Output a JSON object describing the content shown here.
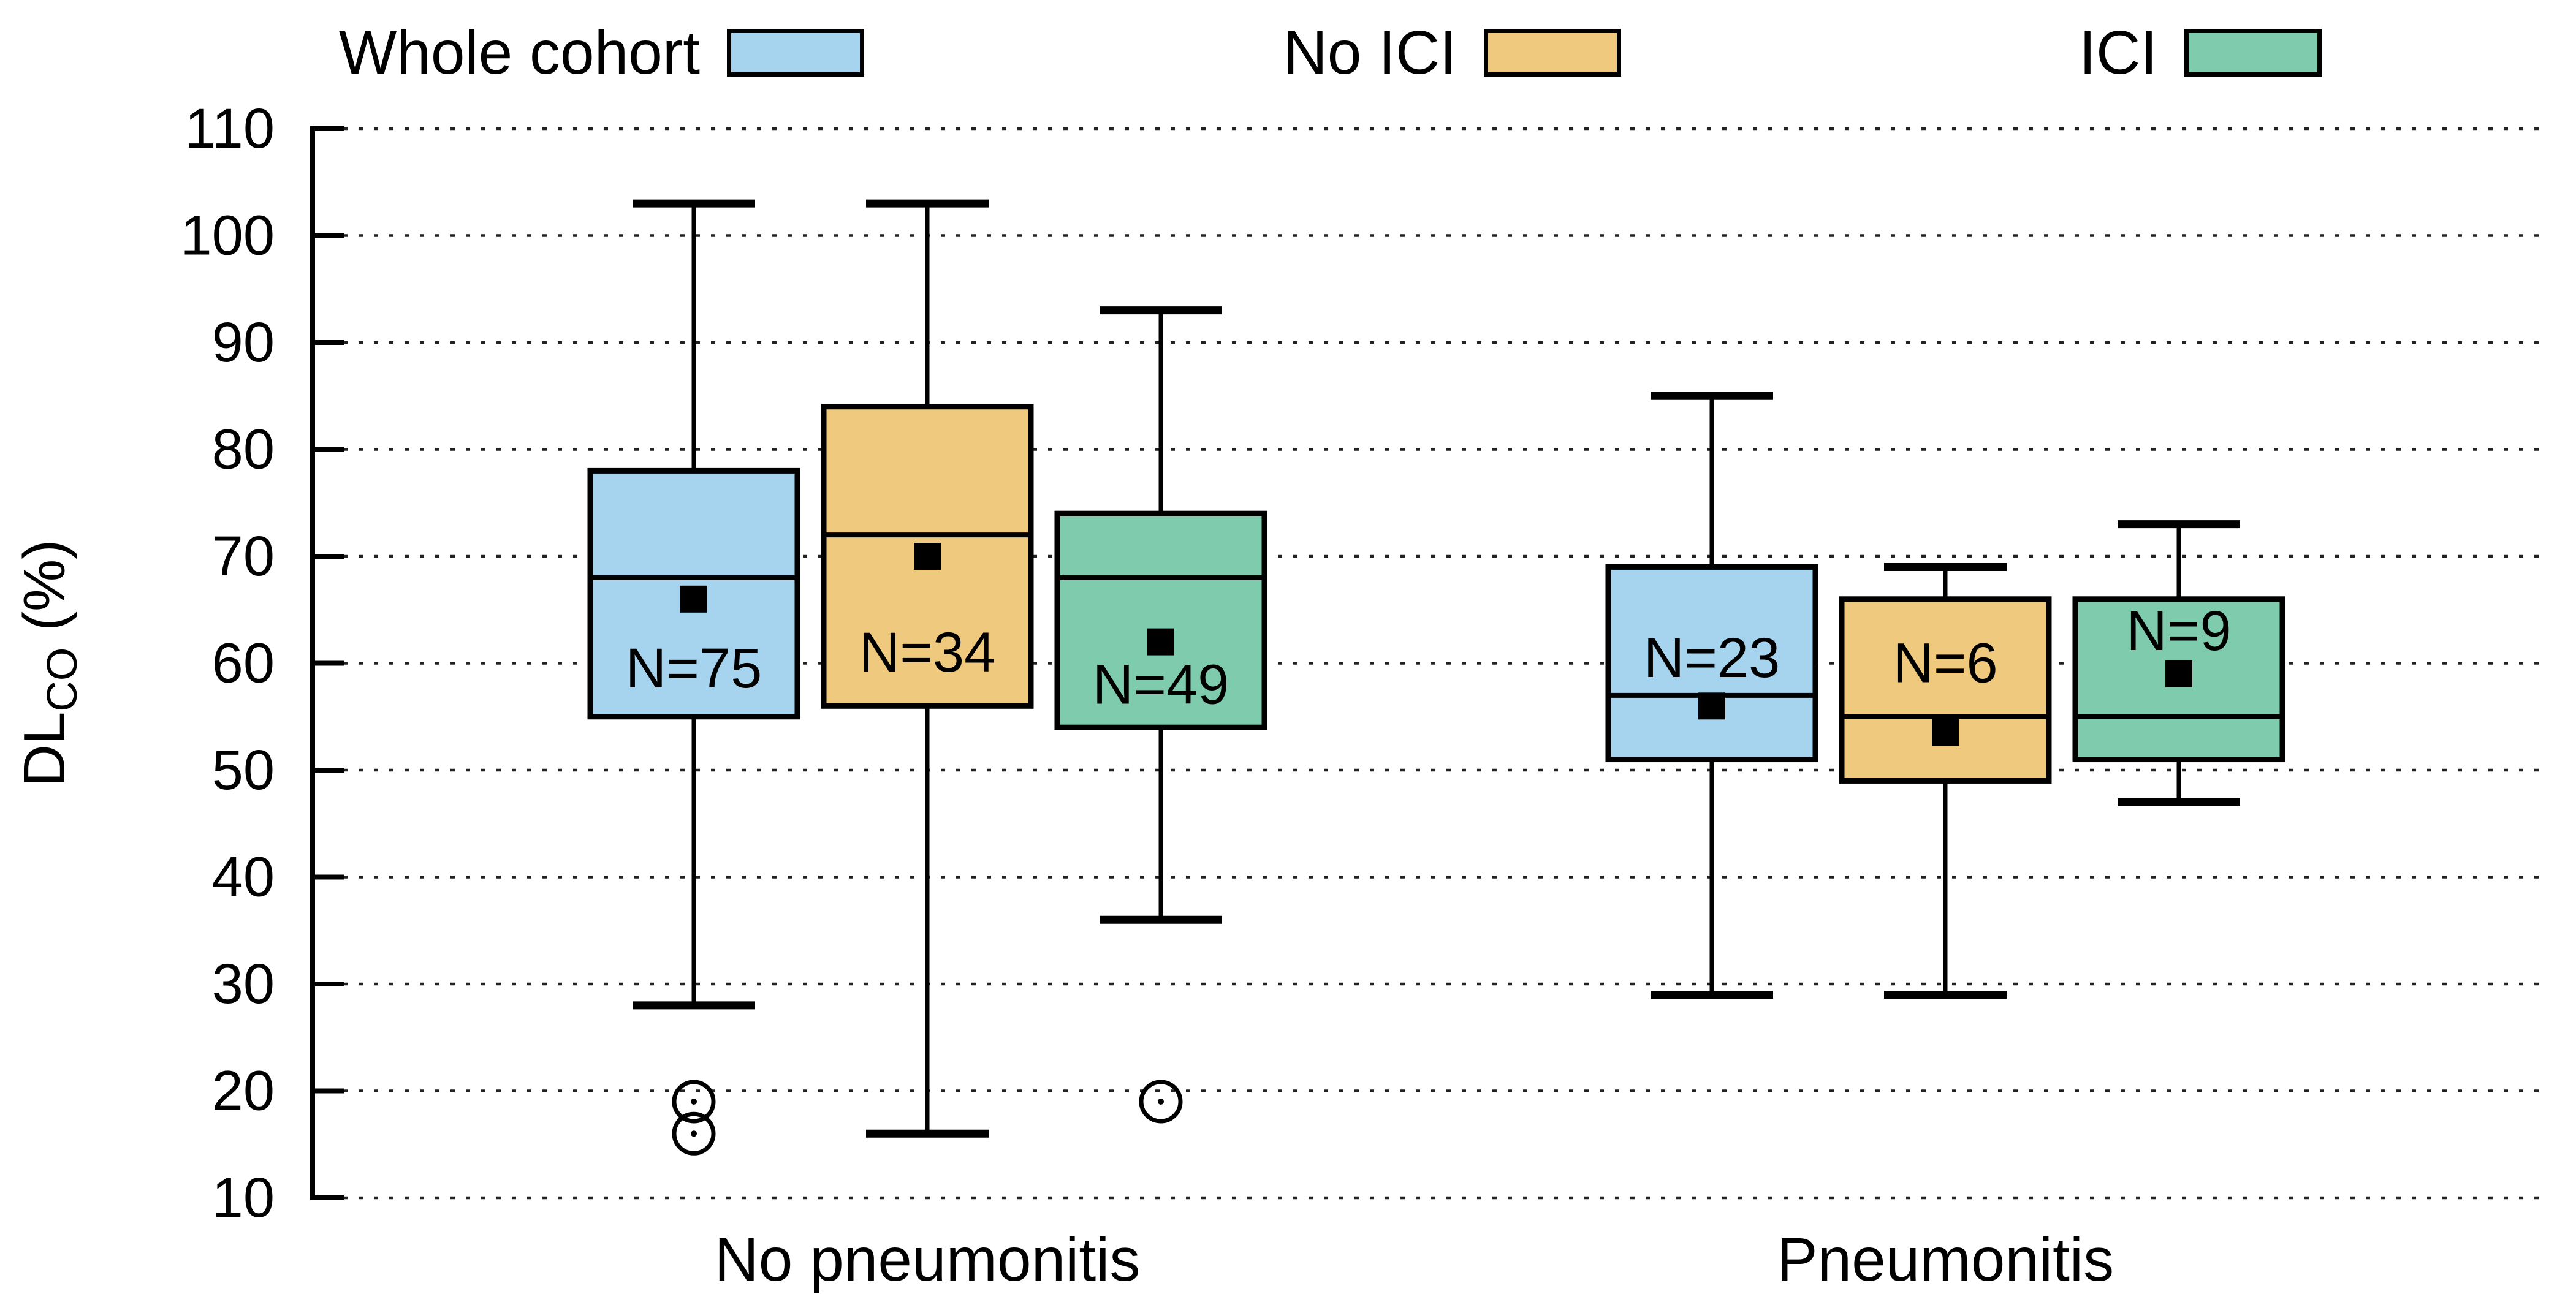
{
  "chart_data": {
    "type": "boxplot",
    "title": "",
    "ylabel": {
      "main": "DL",
      "sub": "CO",
      "rest": " (%)"
    },
    "ylim": [
      10,
      110
    ],
    "yticks": [
      10,
      20,
      30,
      40,
      50,
      60,
      70,
      80,
      90,
      100,
      110
    ],
    "grid": "horizontal dotted lines at every y tick",
    "legend_position": "top",
    "mean_marker": "filled black square",
    "outlier_marker": "open black circle with center dot",
    "categories": [
      "No pneumonitis",
      "Pneumonitis"
    ],
    "series": [
      {
        "name": "Whole cohort",
        "color": "#A6D4EE"
      },
      {
        "name": "No ICI",
        "color": "#EFC97E"
      },
      {
        "name": "ICI",
        "color": "#7FCBAE"
      }
    ],
    "boxes": [
      {
        "category": "No pneumonitis",
        "series": "Whole cohort",
        "n_label": "N=75",
        "whisker_low": 28,
        "q1": 55,
        "median": 68,
        "q3": 78,
        "whisker_high": 103,
        "mean": 66,
        "outliers": [
          19,
          16
        ],
        "n_label_value": 59.5
      },
      {
        "category": "No pneumonitis",
        "series": "No ICI",
        "n_label": "N=34",
        "whisker_low": 16,
        "q1": 56,
        "median": 72,
        "q3": 84,
        "whisker_high": 103,
        "mean": 70,
        "outliers": [],
        "n_label_value": 61
      },
      {
        "category": "No pneumonitis",
        "series": "ICI",
        "n_label": "N=49",
        "whisker_low": 36,
        "q1": 54,
        "median": 68,
        "q3": 74,
        "whisker_high": 93,
        "mean": 62,
        "outliers": [
          19
        ],
        "n_label_value": 58
      },
      {
        "category": "Pneumonitis",
        "series": "Whole cohort",
        "n_label": "N=23",
        "whisker_low": 29,
        "q1": 51,
        "median": 57,
        "q3": 69,
        "whisker_high": 85,
        "mean": 56,
        "outliers": [],
        "n_label_value": 60.5
      },
      {
        "category": "Pneumonitis",
        "series": "No ICI",
        "n_label": "N=6",
        "whisker_low": 29,
        "q1": 49,
        "median": 55,
        "q3": 66,
        "whisker_high": 69,
        "mean": 53.5,
        "outliers": [],
        "n_label_value": 60
      },
      {
        "category": "Pneumonitis",
        "series": "ICI",
        "n_label": "N=9",
        "whisker_low": 47,
        "q1": 51,
        "median": 55,
        "q3": 66,
        "whisker_high": 73,
        "mean": 59,
        "outliers": [],
        "n_label_value": 63
      }
    ]
  },
  "colors": {
    "background": "#FFFFFF",
    "axis": "#000000",
    "grid": "#222222",
    "text": "#000000",
    "box_border": "#000000"
  }
}
